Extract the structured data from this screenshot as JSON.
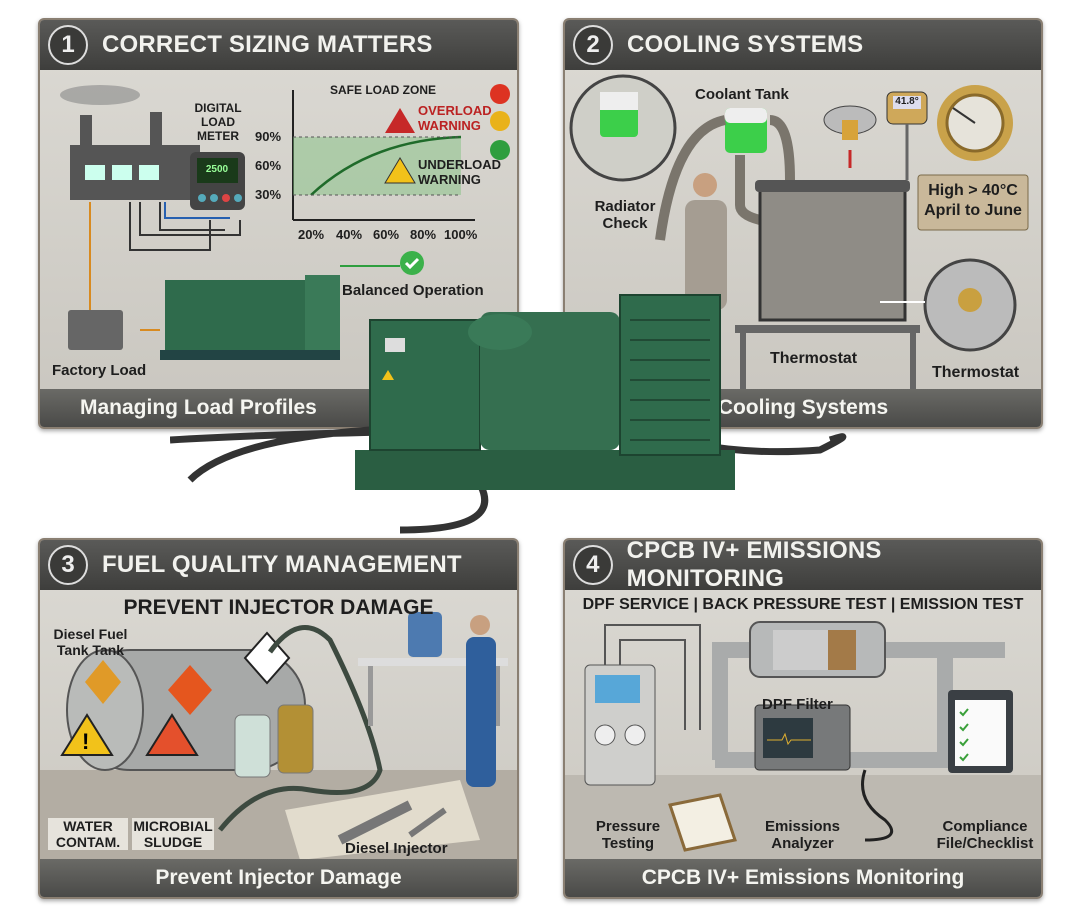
{
  "panels": [
    {
      "number": "1",
      "title": "CORRECT SIZING MATTERS",
      "footer": "Managing Load Profiles",
      "labels": {
        "meter": "DIGITAL LOAD METER",
        "meter_display": "2500",
        "zone": "SAFE LOAD ZONE",
        "overload": "OVERLOAD WARNING",
        "underload": "UNDERLOAD WARNING",
        "balanced": "Balanced Operation",
        "factory_load": "Factory Load"
      },
      "y_ticks": [
        "90%",
        "60%",
        "30%"
      ],
      "x_ticks": [
        "20%",
        "40%",
        "60%",
        "80%",
        "100%"
      ]
    },
    {
      "number": "2",
      "title": "COOLING SYSTEMS",
      "footer": "Cooling Systems",
      "labels": {
        "coolant": "Coolant Tank",
        "radiator": "Radiator Check",
        "thermo1": "Thermostat",
        "thermo2": "Thermostat",
        "gauge": "41.8°",
        "temp1": "High > 40°C",
        "temp2": "April to June"
      }
    },
    {
      "number": "3",
      "title": "FUEL QUALITY MANAGEMENT",
      "footer": "Prevent Injector Damage",
      "labels": {
        "subtitle": "PREVENT INJECTOR DAMAGE",
        "tank": "Diesel Fuel Tank Tank",
        "water": "WATER CONTAM.",
        "microbial": "MICROBIAL SLUDGE",
        "injector": "Diesel Injector"
      }
    },
    {
      "number": "4",
      "title": "CPCB IV+ EMISSIONS MONITORING",
      "footer": "CPCB IV+ Emissions Monitoring",
      "labels": {
        "subtitle": "DPF SERVICE | BACK PRESSURE TEST | EMISSION TEST",
        "dpf": "DPF Filter",
        "pressure": "Pressure Testing",
        "analyzer": "Emissions Analyzer",
        "compliance": "Compliance File/Checklist"
      }
    }
  ],
  "colors": {
    "generator": "#2f6b4c",
    "header": "#464644",
    "warning_red": "#c62828",
    "warning_yellow": "#f2c21a",
    "ok_green": "#2e9e3e",
    "coolant": "#3ccf4a"
  }
}
